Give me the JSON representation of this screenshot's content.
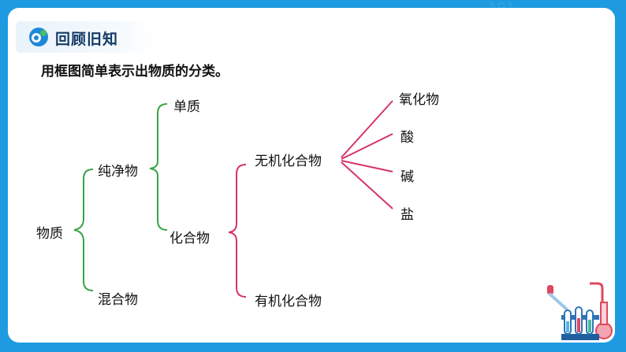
{
  "header": {
    "title": "回顾旧知",
    "logo_icon": "app-logo-icon"
  },
  "instruction": "用框图简单表示出物质的分类。",
  "tree": {
    "root": "物质",
    "pure": "纯净物",
    "mixture": "混合物",
    "element": "单质",
    "compound": "化合物",
    "inorganic": "无机化合物",
    "organic": "有机化合物",
    "oxide": "氧化物",
    "acid": "酸",
    "base": "碱",
    "salt": "盐"
  },
  "colors": {
    "background": "#1e9be0",
    "green_bracket": "#3aa346",
    "pink_bracket": "#d6336c",
    "title": "#123a66"
  },
  "decoration": {
    "illustration": "lab-test-tubes-icon"
  }
}
